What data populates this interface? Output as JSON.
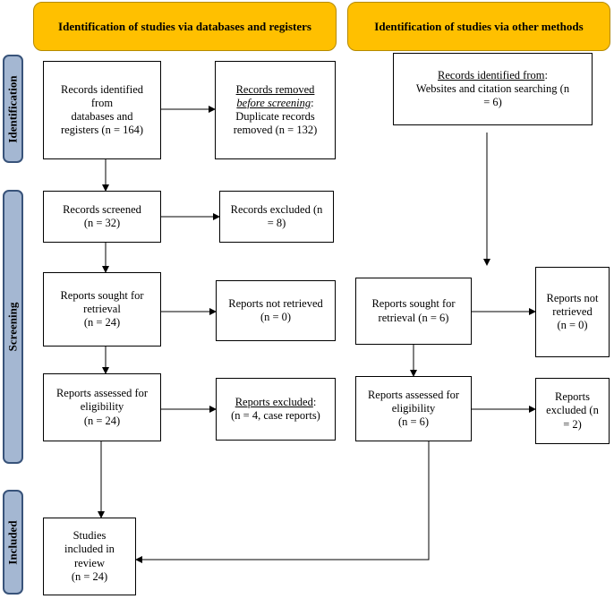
{
  "headers": {
    "databases": "Identification of studies via databases and registers",
    "other": "Identification of studies via other methods"
  },
  "phases": {
    "identification": "Identification",
    "screening": "Screening",
    "included": "Included"
  },
  "db": {
    "identified": {
      "line1": "Records identified",
      "line2": "from",
      "line3": "databases and",
      "line4": "registers (n = 164)"
    },
    "removed": {
      "title": "Records removed",
      "subtitle": "before screening",
      "colon": ":",
      "line1": "Duplicate records",
      "line2": "removed (n = 132)"
    },
    "screened": {
      "line1": "Records screened",
      "line2": "(n = 32)"
    },
    "excluded": {
      "line1": "Records excluded (n",
      "line2": "= 8)"
    },
    "sought": {
      "line1": "Reports sought for",
      "line2": "retrieval",
      "line3": "(n = 24)"
    },
    "not_retrieved": {
      "line1": "Reports not retrieved",
      "line2": "(n = 0)"
    },
    "assessed": {
      "line1": "Reports assessed for",
      "line2": "eligibility",
      "line3": "(n = 24)"
    },
    "reports_excluded": {
      "title": "Reports excluded",
      "colon": ":",
      "line1": "(n = 4, case reports)"
    }
  },
  "other": {
    "identified": {
      "title": "Records identified from",
      "colon": ":",
      "line1": "Websites and citation searching (n",
      "line2": "= 6)"
    },
    "sought": {
      "line1": "Reports sought for",
      "line2": "retrieval (n = 6)"
    },
    "not_retrieved": {
      "line1": "Reports not",
      "line2": "retrieved",
      "line3": "(n = 0)"
    },
    "assessed": {
      "line1": "Reports assessed for",
      "line2": "eligibility",
      "line3": "(n = 6)"
    },
    "excluded": {
      "line1": "Reports",
      "line2": "excluded (n",
      "line3": "= 2)"
    }
  },
  "included": {
    "line1": "Studies",
    "line2": "included in",
    "line3": "review",
    "line4": "(n = 24)"
  }
}
